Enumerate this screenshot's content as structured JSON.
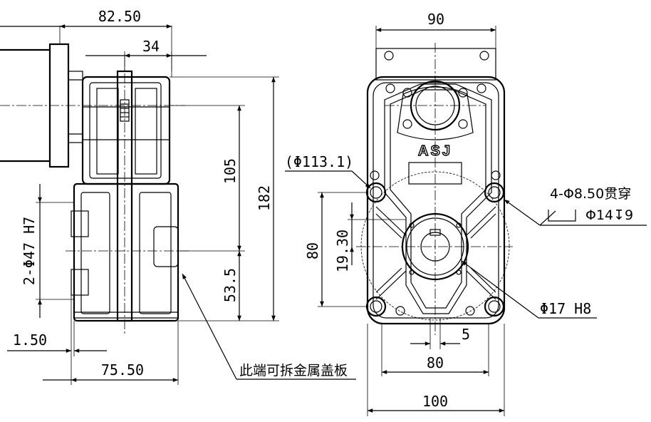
{
  "brand": "ASJ",
  "side_view": {
    "dims": {
      "overall_shaft": "82.50",
      "flange_width": "34",
      "height_upper": "105",
      "height_total": "182",
      "lower_offset": "53.5",
      "bore": "2-Φ47 H7",
      "offset_small": "1.50",
      "depth": "75.50"
    },
    "note": "此端可拆金属盖板"
  },
  "front_view": {
    "dims": {
      "top_width": "90",
      "bolt_circle": "(Φ113.1)",
      "mount_spacing": "80",
      "shaft_offset": "19.30",
      "bottom_inner": "80",
      "keyway": "5",
      "bottom_total": "100",
      "shaft_bore": "Φ17 H8",
      "holes_line1": "4-Φ8.50贯穿",
      "holes_line2": "Φ14↧9"
    }
  }
}
